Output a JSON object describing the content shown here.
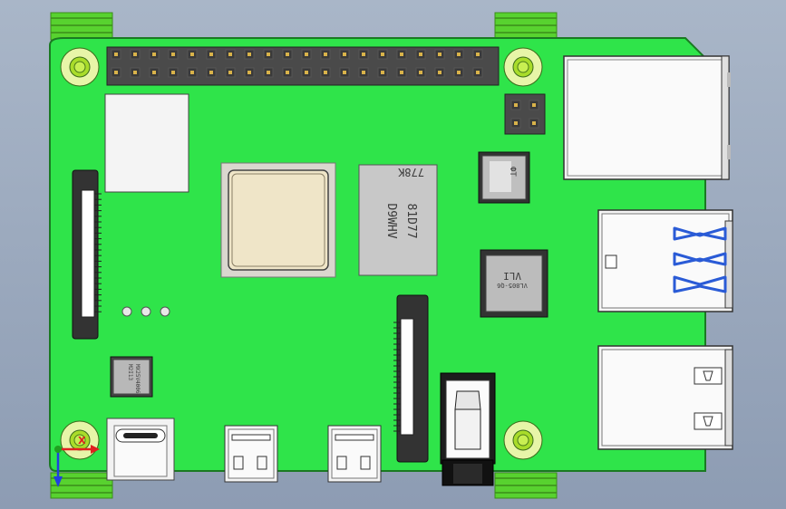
{
  "viewport": {
    "background_top": "#a9b6c8",
    "background_bottom": "#8d9cb3"
  },
  "board": {
    "pcb_color": "#2fe44a",
    "edge_color": "#1a7a22",
    "holder_color": "#58d22f",
    "holder_stripe": "#3a8d1a"
  },
  "components": {
    "soc": {
      "body": "#efe5c8",
      "frame": "#dad7cf"
    },
    "ram_chip": {
      "label_lines": [
        "778K",
        "D9WHV",
        "81D77"
      ],
      "color": "#c8c8c8"
    },
    "qfn_top": {
      "label_lines": [
        "ФТ"
      ],
      "color": "#bfbfbf"
    },
    "qfp_mid": {
      "label_lines": [
        "VL805-Q6",
        "VLI"
      ],
      "color": "#bcbcbc"
    },
    "small_chip": {
      "label_lines": [
        "MX25V4006",
        "M2I13"
      ],
      "color": "#b8b8b8"
    },
    "usb3_insert_color": "#2a5bd6"
  },
  "gpio": {
    "columns": 20,
    "rows": 2
  },
  "header_small": {
    "columns": 2,
    "rows": 2
  },
  "triad": {
    "x_label": "X",
    "x_color": "#e02020",
    "y_color": "#20a020",
    "z_color": "#2040e0"
  }
}
